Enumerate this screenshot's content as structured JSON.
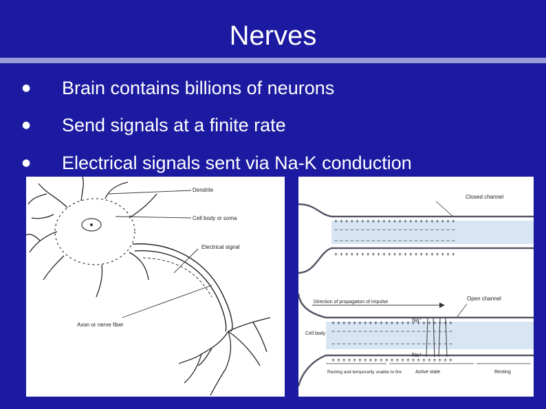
{
  "slide": {
    "title": "Nerves",
    "bullets": [
      "Brain contains billions of neurons",
      "Send signals at a finite rate",
      "Electrical signals sent via Na-K conduction"
    ],
    "bullet_glyph": "●"
  },
  "neuron_figure": {
    "labels": {
      "dendrite": "Dendrite",
      "cell_body": "Cell body or soma",
      "electrical_signal": "Electrical signal",
      "axon": "Axon or nerve fiber"
    }
  },
  "conduction_figure": {
    "labels": {
      "closed_channel": "Closed channel",
      "open_channel": "Open channel",
      "direction": "Direction of propagation of impulse",
      "cell_body": "Cell body",
      "na_ion": "Na⁺",
      "resting_temporarily": "Resting and temporarily unable to fire",
      "active_state": "Active state",
      "resting": "Resting"
    },
    "charge_row_top_plus": "+  +  +  +  +  +  +  +  +  +  +  +  +  +  +  +  +  +  +  +  +  +  +",
    "charge_row_minus": "−  −  −  −  −  −  −  −  −  −  −  −  −  −  −  −  −  −  −  −  −  −  −"
  },
  "colors": {
    "background": "#1c1aa0",
    "title_rule": "#9a9ad6",
    "text": "#ffffff",
    "membrane_fill": "#d8e6f4"
  }
}
